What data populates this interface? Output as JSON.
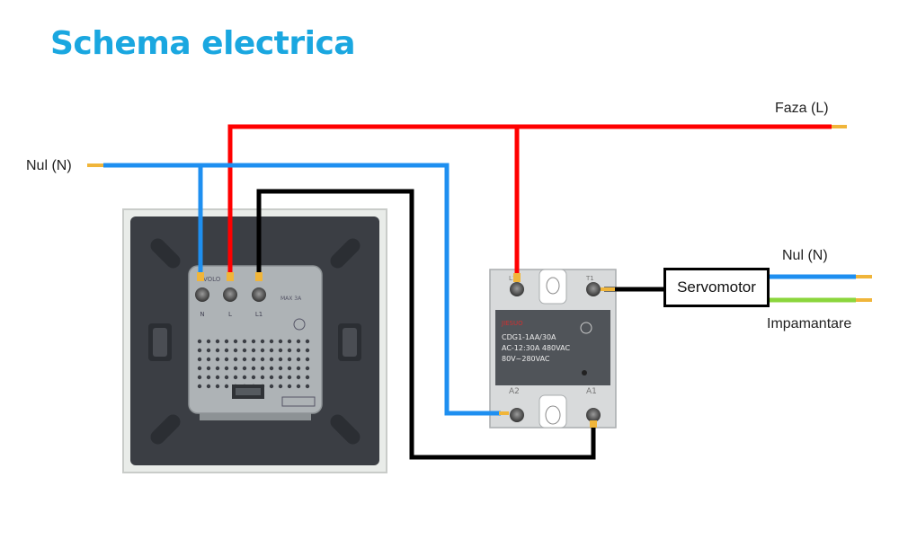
{
  "title": "Schema electrica",
  "labels": {
    "faza": "Faza (L)",
    "nul_left": "Nul (N)",
    "nul_right": "Nul (N)",
    "impamantare": "Impamantare",
    "servomotor": "Servomotor"
  },
  "thermostat": {
    "brand": "LIVOLO",
    "terminals": [
      "N",
      "L",
      "L1"
    ],
    "rating": "MAX 3A"
  },
  "relay": {
    "brand": "JIESUO",
    "model": "CDG1-1AA/30A",
    "load": "AC-12:30A 480VAC",
    "control": "80V~280VAC",
    "terminal_a2": "A2",
    "terminal_a1": "A1",
    "terminal_l1": "L1",
    "terminal_t1": "T1"
  },
  "colors": {
    "phase": "#ff0000",
    "neutral": "#1e8ff0",
    "control": "#000000",
    "ground": "#8bd63c",
    "title": "#1aa7e0"
  }
}
